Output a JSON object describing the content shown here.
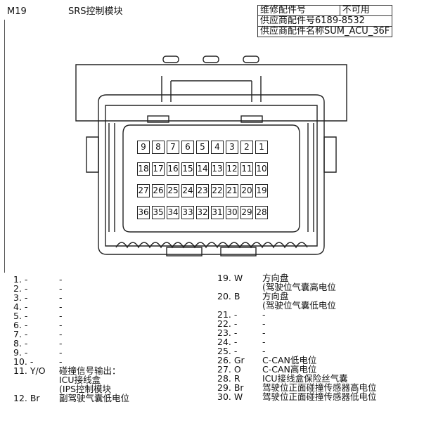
{
  "header": {
    "connector_id": "M19",
    "connector_name": "SRS控制模块",
    "info": [
      {
        "label": "维修配件号",
        "value": "不可用"
      },
      {
        "label": "供应商配件号",
        "value": "6189-8532"
      },
      {
        "label": "供应商配件名称",
        "value": "SUM_ACU_36F"
      }
    ]
  },
  "pins": {
    "rows": [
      [
        "9",
        "8",
        "7",
        "6",
        "5",
        "4",
        "3",
        "2",
        "1"
      ],
      [
        "18",
        "17",
        "16",
        "15",
        "14",
        "13",
        "12",
        "11",
        "10"
      ],
      [
        "27",
        "26",
        "25",
        "24",
        "23",
        "22",
        "21",
        "20",
        "19"
      ],
      [
        "36",
        "35",
        "34",
        "33",
        "32",
        "31",
        "30",
        "29",
        "28"
      ]
    ]
  },
  "pin_list_left": [
    {
      "num": "1. -",
      "desc": "-"
    },
    {
      "num": "2. -",
      "desc": "-"
    },
    {
      "num": "3. -",
      "desc": "-"
    },
    {
      "num": "4. -",
      "desc": "-"
    },
    {
      "num": "5. -",
      "desc": "-"
    },
    {
      "num": "6. -",
      "desc": "-"
    },
    {
      "num": "7. -",
      "desc": "-"
    },
    {
      "num": "8. -",
      "desc": "-"
    },
    {
      "num": "9. -",
      "desc": "-"
    },
    {
      "num": "10. -",
      "desc": "-"
    },
    {
      "num": "11. Y/O",
      "desc": "碰撞信号输出：",
      "cont": [
        "ICU接线盒",
        "(IPS控制模块"
      ]
    },
    {
      "num": "12. Br",
      "desc": "副驾驶气囊低电位"
    }
  ],
  "pin_list_right": [
    {
      "num": "19. W",
      "desc": "方向盘",
      "cont": [
        "(驾驶位气囊高电位"
      ]
    },
    {
      "num": "20. B",
      "desc": "方向盘",
      "cont": [
        "(驾驶位气囊低电位"
      ]
    },
    {
      "num": "21. -",
      "desc": "-"
    },
    {
      "num": "22. -",
      "desc": "-"
    },
    {
      "num": "23. -",
      "desc": "-"
    },
    {
      "num": "24. -",
      "desc": "-"
    },
    {
      "num": "25. -",
      "desc": "-"
    },
    {
      "num": "26. Gr",
      "desc": "C-CAN低电位"
    },
    {
      "num": "27. O",
      "desc": "C-CAN高电位"
    },
    {
      "num": "28. R",
      "desc": "ICU接线盒保险丝气囊"
    },
    {
      "num": "29. Br",
      "desc": "驾驶位正面碰撞传感器高电位"
    },
    {
      "num": "30. W",
      "desc": "驾驶位正面碰撞传感器低电位"
    }
  ]
}
